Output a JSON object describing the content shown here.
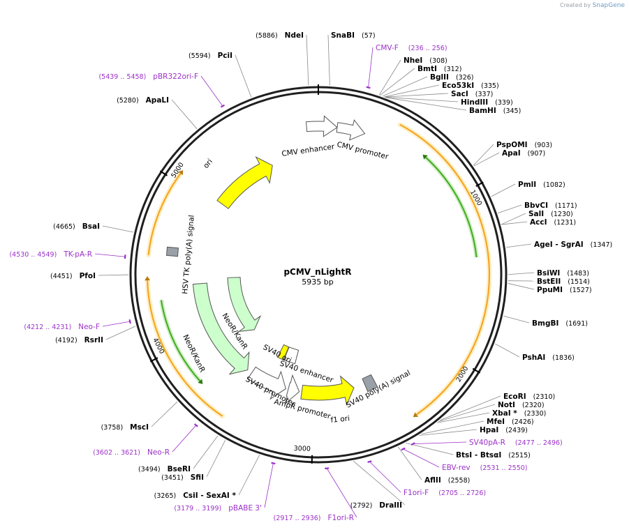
{
  "credit": {
    "prefix": "Created by",
    "brand": "SnapGene"
  },
  "plasmid": {
    "name": "pCMV_nLightR",
    "size_label": "5935 bp",
    "length": 5935
  },
  "colors": {
    "backbone": "#1f1f1f",
    "cds_orange": "#f5a623",
    "cds_fill": "#fdf0c8",
    "cds_green": "#44aa22",
    "ori_yellow": "#ffff00",
    "neo_green": "#ccffcc",
    "gray_box": "#9aa0a8",
    "primer": "#9b30c8"
  },
  "ticks": [
    {
      "pos": 1000,
      "label": "1000"
    },
    {
      "pos": 2000,
      "label": "2000"
    },
    {
      "pos": 3000,
      "label": "3000"
    },
    {
      "pos": 4000,
      "label": "4000"
    },
    {
      "pos": 5000,
      "label": "5000"
    }
  ],
  "sites": [
    {
      "name": "NdeI",
      "pos": "(5886)",
      "bp": 5886
    },
    {
      "name": "SnaBI",
      "pos": "(57)",
      "bp": 57
    },
    {
      "name": "NheI",
      "pos": "(308)",
      "bp": 308
    },
    {
      "name": "BmtI",
      "pos": "(312)",
      "bp": 312
    },
    {
      "name": "BglII",
      "pos": "(326)",
      "bp": 326
    },
    {
      "name": "Eco53kI",
      "pos": "(335)",
      "bp": 335
    },
    {
      "name": "SacI",
      "pos": "(337)",
      "bp": 337
    },
    {
      "name": "HindIII",
      "pos": "(339)",
      "bp": 339
    },
    {
      "name": "BamHI",
      "pos": "(345)",
      "bp": 345
    },
    {
      "name": "PspOMI",
      "pos": "(903)",
      "bp": 903
    },
    {
      "name": "ApaI",
      "pos": "(907)",
      "bp": 907
    },
    {
      "name": "PmlI",
      "pos": "(1082)",
      "bp": 1082
    },
    {
      "name": "BbvCI",
      "pos": "(1171)",
      "bp": 1171
    },
    {
      "name": "SalI",
      "pos": "(1230)",
      "bp": 1230
    },
    {
      "name": "AccI",
      "pos": "(1231)",
      "bp": 1231
    },
    {
      "name": "AgeI  - SgrAI",
      "pos": "(1347)",
      "bp": 1347
    },
    {
      "name": "BsiWI",
      "pos": "(1483)",
      "bp": 1483
    },
    {
      "name": "BstEII",
      "pos": "(1514)",
      "bp": 1514
    },
    {
      "name": "PpuMI",
      "pos": "(1527)",
      "bp": 1527
    },
    {
      "name": "BmgBI",
      "pos": "(1691)",
      "bp": 1691
    },
    {
      "name": "PshAI",
      "pos": "(1836)",
      "bp": 1836
    },
    {
      "name": "EcoRI",
      "pos": "(2310)",
      "bp": 2310
    },
    {
      "name": "NotI",
      "pos": "(2320)",
      "bp": 2320
    },
    {
      "name": "XbaI *",
      "pos": "(2330)",
      "bp": 2330
    },
    {
      "name": "MfeI",
      "pos": "(2426)",
      "bp": 2426
    },
    {
      "name": "HpaI",
      "pos": "(2439)",
      "bp": 2439
    },
    {
      "name": "BtsI  - BtsαI",
      "pos": "(2515)",
      "bp": 2515
    },
    {
      "name": "AflII",
      "pos": "(2558)",
      "bp": 2558
    },
    {
      "name": "DraIII",
      "pos": "(2792)",
      "bp": 2792
    },
    {
      "name": "CsiI  - SexAI *",
      "pos": "(3265)",
      "bp": 3265
    },
    {
      "name": "SfiI",
      "pos": "(3451)",
      "bp": 3451
    },
    {
      "name": "BseRI",
      "pos": "(3494)",
      "bp": 3494
    },
    {
      "name": "MscI",
      "pos": "(3758)",
      "bp": 3758
    },
    {
      "name": "RsrII",
      "pos": "(4192)",
      "bp": 4192
    },
    {
      "name": "PfoI",
      "pos": "(4451)",
      "bp": 4451
    },
    {
      "name": "BsaI",
      "pos": "(4665)",
      "bp": 4665
    },
    {
      "name": "ApaLI",
      "pos": "(5280)",
      "bp": 5280
    },
    {
      "name": "PciI",
      "pos": "(5594)",
      "bp": 5594
    }
  ],
  "primers": [
    {
      "name": "CMV-F",
      "pos": "(236 .. 256)",
      "bp": 246
    },
    {
      "name": "SV40pA-R",
      "pos": "(2477 .. 2496)",
      "bp": 2486
    },
    {
      "name": "EBV-rev",
      "pos": "(2531 .. 2550)",
      "bp": 2540
    },
    {
      "name": "F1ori-F",
      "pos": "(2705 .. 2726)",
      "bp": 2715
    },
    {
      "name": "F1ori-R",
      "pos": "(2917 .. 2936)",
      "bp": 2926
    },
    {
      "name": "pBABE 3'",
      "pos": "(3179 .. 3199)",
      "bp": 3189
    },
    {
      "name": "Neo-R",
      "pos": "(3602 .. 3621)",
      "bp": 3611
    },
    {
      "name": "Neo-F",
      "pos": "(4212 .. 4231)",
      "bp": 4221
    },
    {
      "name": "TK-pA-R",
      "pos": "(4530 .. 4549)",
      "bp": 4539
    },
    {
      "name": "pBR322ori-F",
      "pos": "(5439 .. 5458)",
      "bp": 5448
    }
  ],
  "features": [
    {
      "label": "CMV enhancer",
      "start": 70,
      "end": 374
    },
    {
      "label": "CMV promoter",
      "start": 375,
      "end": 580
    },
    {
      "label": "SV40 poly(A) signal",
      "start": 2500,
      "end": 2620
    },
    {
      "label": "f1 ori",
      "start": 2680,
      "end": 3080
    },
    {
      "label": "AmpR promoter",
      "start": 3100,
      "end": 3200
    },
    {
      "label": "SV40 promoter",
      "start": 3210,
      "end": 3550
    },
    {
      "label": "SV40 enhancer",
      "start": 3380,
      "end": 3450
    },
    {
      "label": "SV40 ori",
      "start": 3400,
      "end": 3500
    },
    {
      "label": "NeoR/KanR",
      "start": 3620,
      "end": 4380
    },
    {
      "label": "NeoR/KanR",
      "start": 3600,
      "end": 4400
    },
    {
      "label": "HSV TK poly(A) signal",
      "start": 4530,
      "end": 4570
    },
    {
      "label": "ori",
      "start": 4910,
      "end": 5500
    }
  ]
}
